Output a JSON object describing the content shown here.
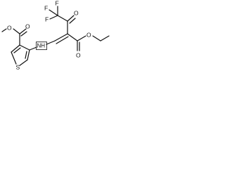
{
  "molecule": {
    "atoms": {
      "fluorine_1": "F",
      "fluorine_2": "F",
      "fluorine_3": "F",
      "ketone_oxygen": "O",
      "ester_carbonyl_oxygen_left": "O",
      "ester_oxygen_left": "O",
      "amine": "NH",
      "ester_carbonyl_oxygen_right": "O",
      "ester_oxygen_right": "O",
      "sulfur": "S"
    }
  }
}
